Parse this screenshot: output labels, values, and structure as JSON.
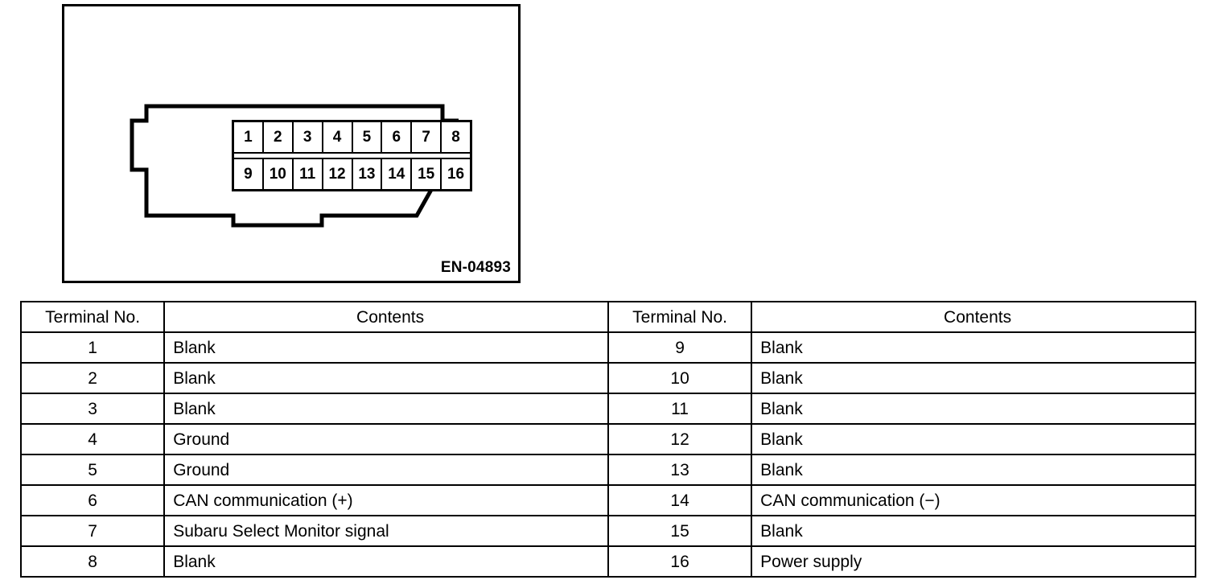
{
  "figure": {
    "code": "EN-04893",
    "connector_name": "data-link-connector",
    "pins_top_row": [
      "1",
      "2",
      "3",
      "4",
      "5",
      "6",
      "7",
      "8"
    ],
    "pins_bottom_row": [
      "9",
      "10",
      "11",
      "12",
      "13",
      "14",
      "15",
      "16"
    ]
  },
  "table": {
    "headers": {
      "terminal_no_left": "Terminal No.",
      "contents_left": "Contents",
      "terminal_no_right": "Terminal No.",
      "contents_right": "Contents"
    },
    "rows": [
      {
        "left_no": "1",
        "left_contents": "Blank",
        "right_no": "9",
        "right_contents": "Blank"
      },
      {
        "left_no": "2",
        "left_contents": "Blank",
        "right_no": "10",
        "right_contents": "Blank"
      },
      {
        "left_no": "3",
        "left_contents": "Blank",
        "right_no": "11",
        "right_contents": "Blank"
      },
      {
        "left_no": "4",
        "left_contents": "Ground",
        "right_no": "12",
        "right_contents": "Blank"
      },
      {
        "left_no": "5",
        "left_contents": "Ground",
        "right_no": "13",
        "right_contents": "Blank"
      },
      {
        "left_no": "6",
        "left_contents": "CAN communication (+)",
        "right_no": "14",
        "right_contents": "CAN communication (−)"
      },
      {
        "left_no": "7",
        "left_contents": "Subaru Select Monitor signal",
        "right_no": "15",
        "right_contents": "Blank"
      },
      {
        "left_no": "8",
        "left_contents": "Blank",
        "right_no": "16",
        "right_contents": "Power supply"
      }
    ]
  },
  "colors": {
    "ink": "#000000",
    "paper": "#ffffff"
  }
}
